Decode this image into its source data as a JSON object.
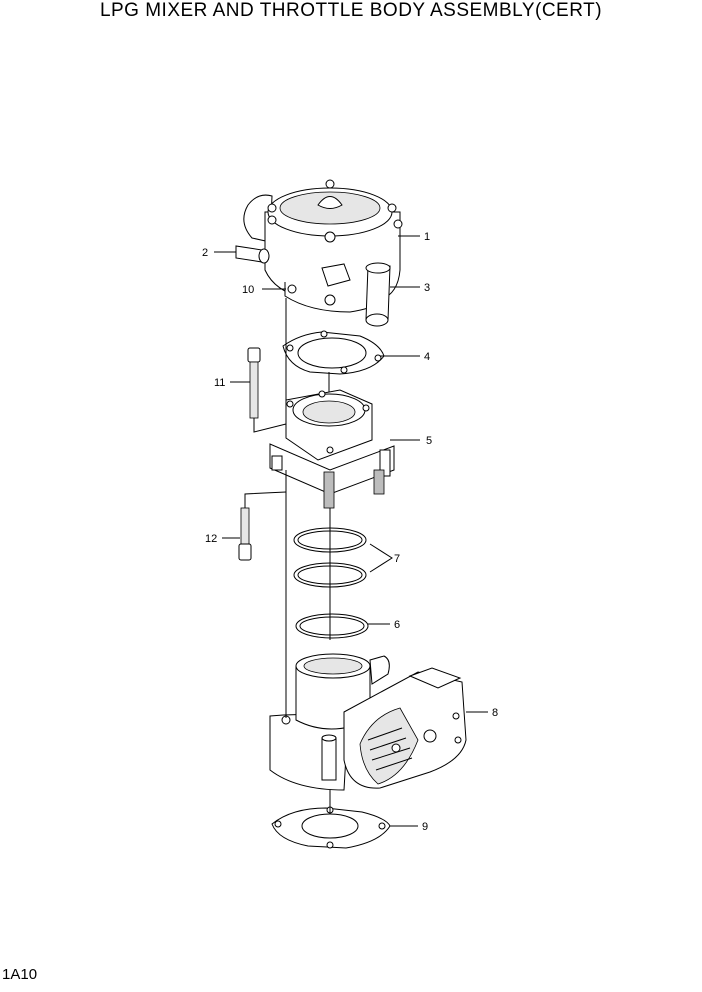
{
  "title": "LPG MIXER AND THROTTLE BODY ASSEMBLY(CERT)",
  "page_code": "1A10",
  "callouts": [
    "1",
    "2",
    "3",
    "4",
    "5",
    "6",
    "7",
    "8",
    "9",
    "10",
    "11",
    "12"
  ]
}
